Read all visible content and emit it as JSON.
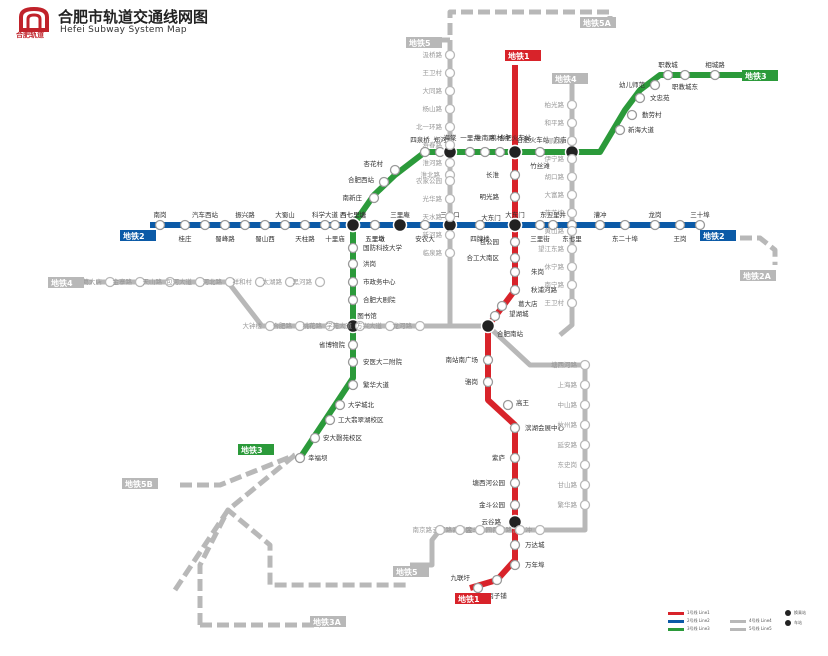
{
  "header": {
    "title_cn": "合肥市轨道交通线网图",
    "title_en": "Hefei Subway System Map",
    "logo_text": "合肥轨道",
    "logo_icon": "hefei-metro-logo-icon"
  },
  "colors": {
    "line1": "#d8232a",
    "line2": "#0b5aa7",
    "line3": "#2b9a3a",
    "planned": "#b8b8b8",
    "interchange": "#222222"
  },
  "tags": {
    "line1": "地铁1",
    "line2": "地铁2",
    "line3": "地铁3",
    "line4": "地铁4",
    "line5": "地铁5",
    "line5a": "地铁5A",
    "line2a": "地铁2A",
    "line3a": "地铁3A",
    "line5b": "地铁5B",
    "suffix": "号线"
  },
  "stations": {
    "line1": [
      "合肥火车站",
      "长淮",
      "明光路",
      "大东门",
      "包公园",
      "合工大南区",
      "朱岗",
      "秋浦河路",
      "葛大店",
      "望湖城",
      "合肥南站",
      "南站南广场",
      "骆岗",
      "高王",
      "滨湖会展中心",
      "紫庐",
      "塘西河公园",
      "金斗公园",
      "云谷路",
      "万达城",
      "万年埠",
      "丙子铺",
      "九联圩"
    ],
    "line2": [
      "南岗",
      "桂庄",
      "汽车西站",
      "蜀峰路",
      "振兴路",
      "蜀山西",
      "大蜀山",
      "天柱路",
      "科学大道",
      "十里庙",
      "西七里塘",
      "五里墩",
      "三里庵",
      "安农大",
      "三孝口",
      "四牌楼",
      "大东门",
      "三里街",
      "东五里井",
      "东七里",
      "漕冲",
      "东二十埠",
      "龙岗",
      "王岗",
      "三十埠"
    ],
    "line3": [
      "幸福坝",
      "安大磬苑校区",
      "工大翡翠湖校区",
      "大学城北",
      "繁华大道",
      "安医大二附院",
      "省博物院",
      "图书馆",
      "合肥大剧院",
      "市政务中心",
      "洪岗",
      "国防科技大学",
      "五里墩",
      "西七里塘",
      "南新庄",
      "合肥西站",
      "杏花村",
      "四泉桥",
      "郑河",
      "海棠",
      "一里井",
      "淮南路",
      "鸭林冲",
      "合肥火车站",
      "竹丝滩",
      "方庙",
      "淮北路",
      "新海大道",
      "勤劳村",
      "文忠苑",
      "幼儿师范",
      "职教城东",
      "相城路",
      "职教城"
    ],
    "planned": [
      "汲桥路",
      "王卫村",
      "大同路",
      "杨山路",
      "北一环路",
      "寿春路",
      "淮河路",
      "农家公园",
      "光华路",
      "天水路",
      "新河路",
      "临泉路",
      "柏光路",
      "和平路",
      "铜陵路",
      "伊宁路",
      "胡口路",
      "大富路",
      "花花坡",
      "黄山路",
      "望江东路",
      "休宁路",
      "南宁路",
      "王卫村",
      "葛大店",
      "金寨路",
      "天山路",
      "包河大道",
      "河北路",
      "祥和村",
      "太湖路",
      "黑河路",
      "塘西河路",
      "上海路",
      "中山路",
      "杭州路",
      "延安路",
      "东史岗",
      "甘山路",
      "繁华路",
      "清水冲",
      "西川路",
      "金斗公园",
      "高新区",
      "云南路",
      "南京路",
      "大钟楼",
      "合肥路",
      "桃花路",
      "学苑大道",
      "方兴大道",
      "龙河路"
    ]
  },
  "legend": {
    "line1": "1号线 Line1",
    "line2": "2号线 Line2",
    "line3": "3号线 Line3",
    "line4": "4号线 Line4",
    "line5": "5号线 Line5",
    "transfer": "换乘站",
    "station": "车站"
  }
}
